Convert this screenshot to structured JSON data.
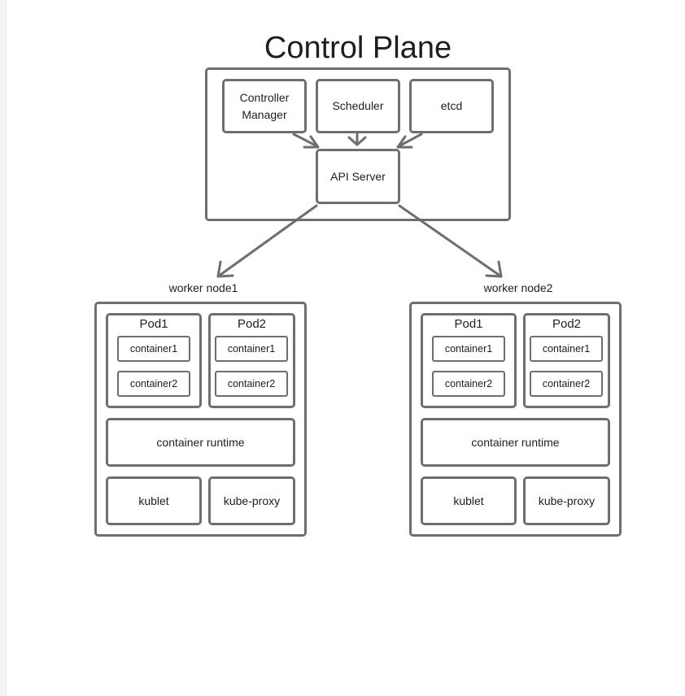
{
  "control_plane": {
    "title": "Control Plane",
    "components": {
      "controller_manager": "Controller\nManager",
      "scheduler": "Scheduler",
      "etcd": "etcd",
      "api_server": "API Server"
    }
  },
  "workers": [
    {
      "label": "worker node1",
      "pods": [
        {
          "name": "Pod1",
          "containers": [
            "container1",
            "container2"
          ]
        },
        {
          "name": "Pod2",
          "containers": [
            "container1",
            "container2"
          ]
        }
      ],
      "runtime": "container runtime",
      "kublet": "kublet",
      "kube_proxy": "kube-proxy"
    },
    {
      "label": "worker node2",
      "pods": [
        {
          "name": "Pod1",
          "containers": [
            "container1",
            "container2"
          ]
        },
        {
          "name": "Pod2",
          "containers": [
            "container1",
            "container2"
          ]
        }
      ],
      "runtime": "container runtime",
      "kublet": "kublet",
      "kube_proxy": "kube-proxy"
    }
  ],
  "colors": {
    "stroke": "#6e6e6e",
    "text": "#1e1e1e",
    "background": "#ffffff"
  }
}
